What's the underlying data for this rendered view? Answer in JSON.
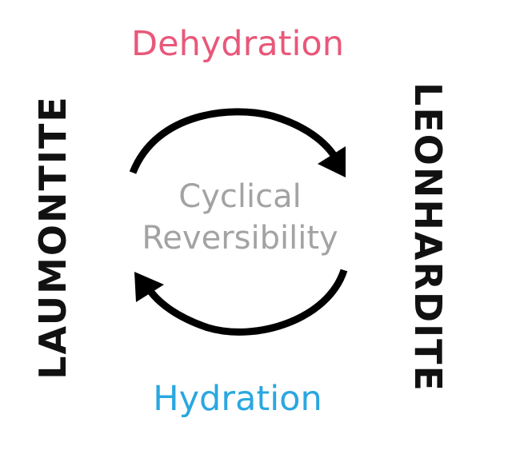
{
  "diagram": {
    "left_mineral": "LAUMONTITE",
    "right_mineral": "LEONHARDITE",
    "top_process": "Dehydration",
    "bottom_process": "Hydration",
    "center_line1": "Cyclical",
    "center_line2": "Reversibility"
  },
  "colors": {
    "dehydration": "#e8587a",
    "hydration": "#2aa7e0",
    "center": "#a3a3a3",
    "mineral": "#111111",
    "arrow": "#000000"
  }
}
